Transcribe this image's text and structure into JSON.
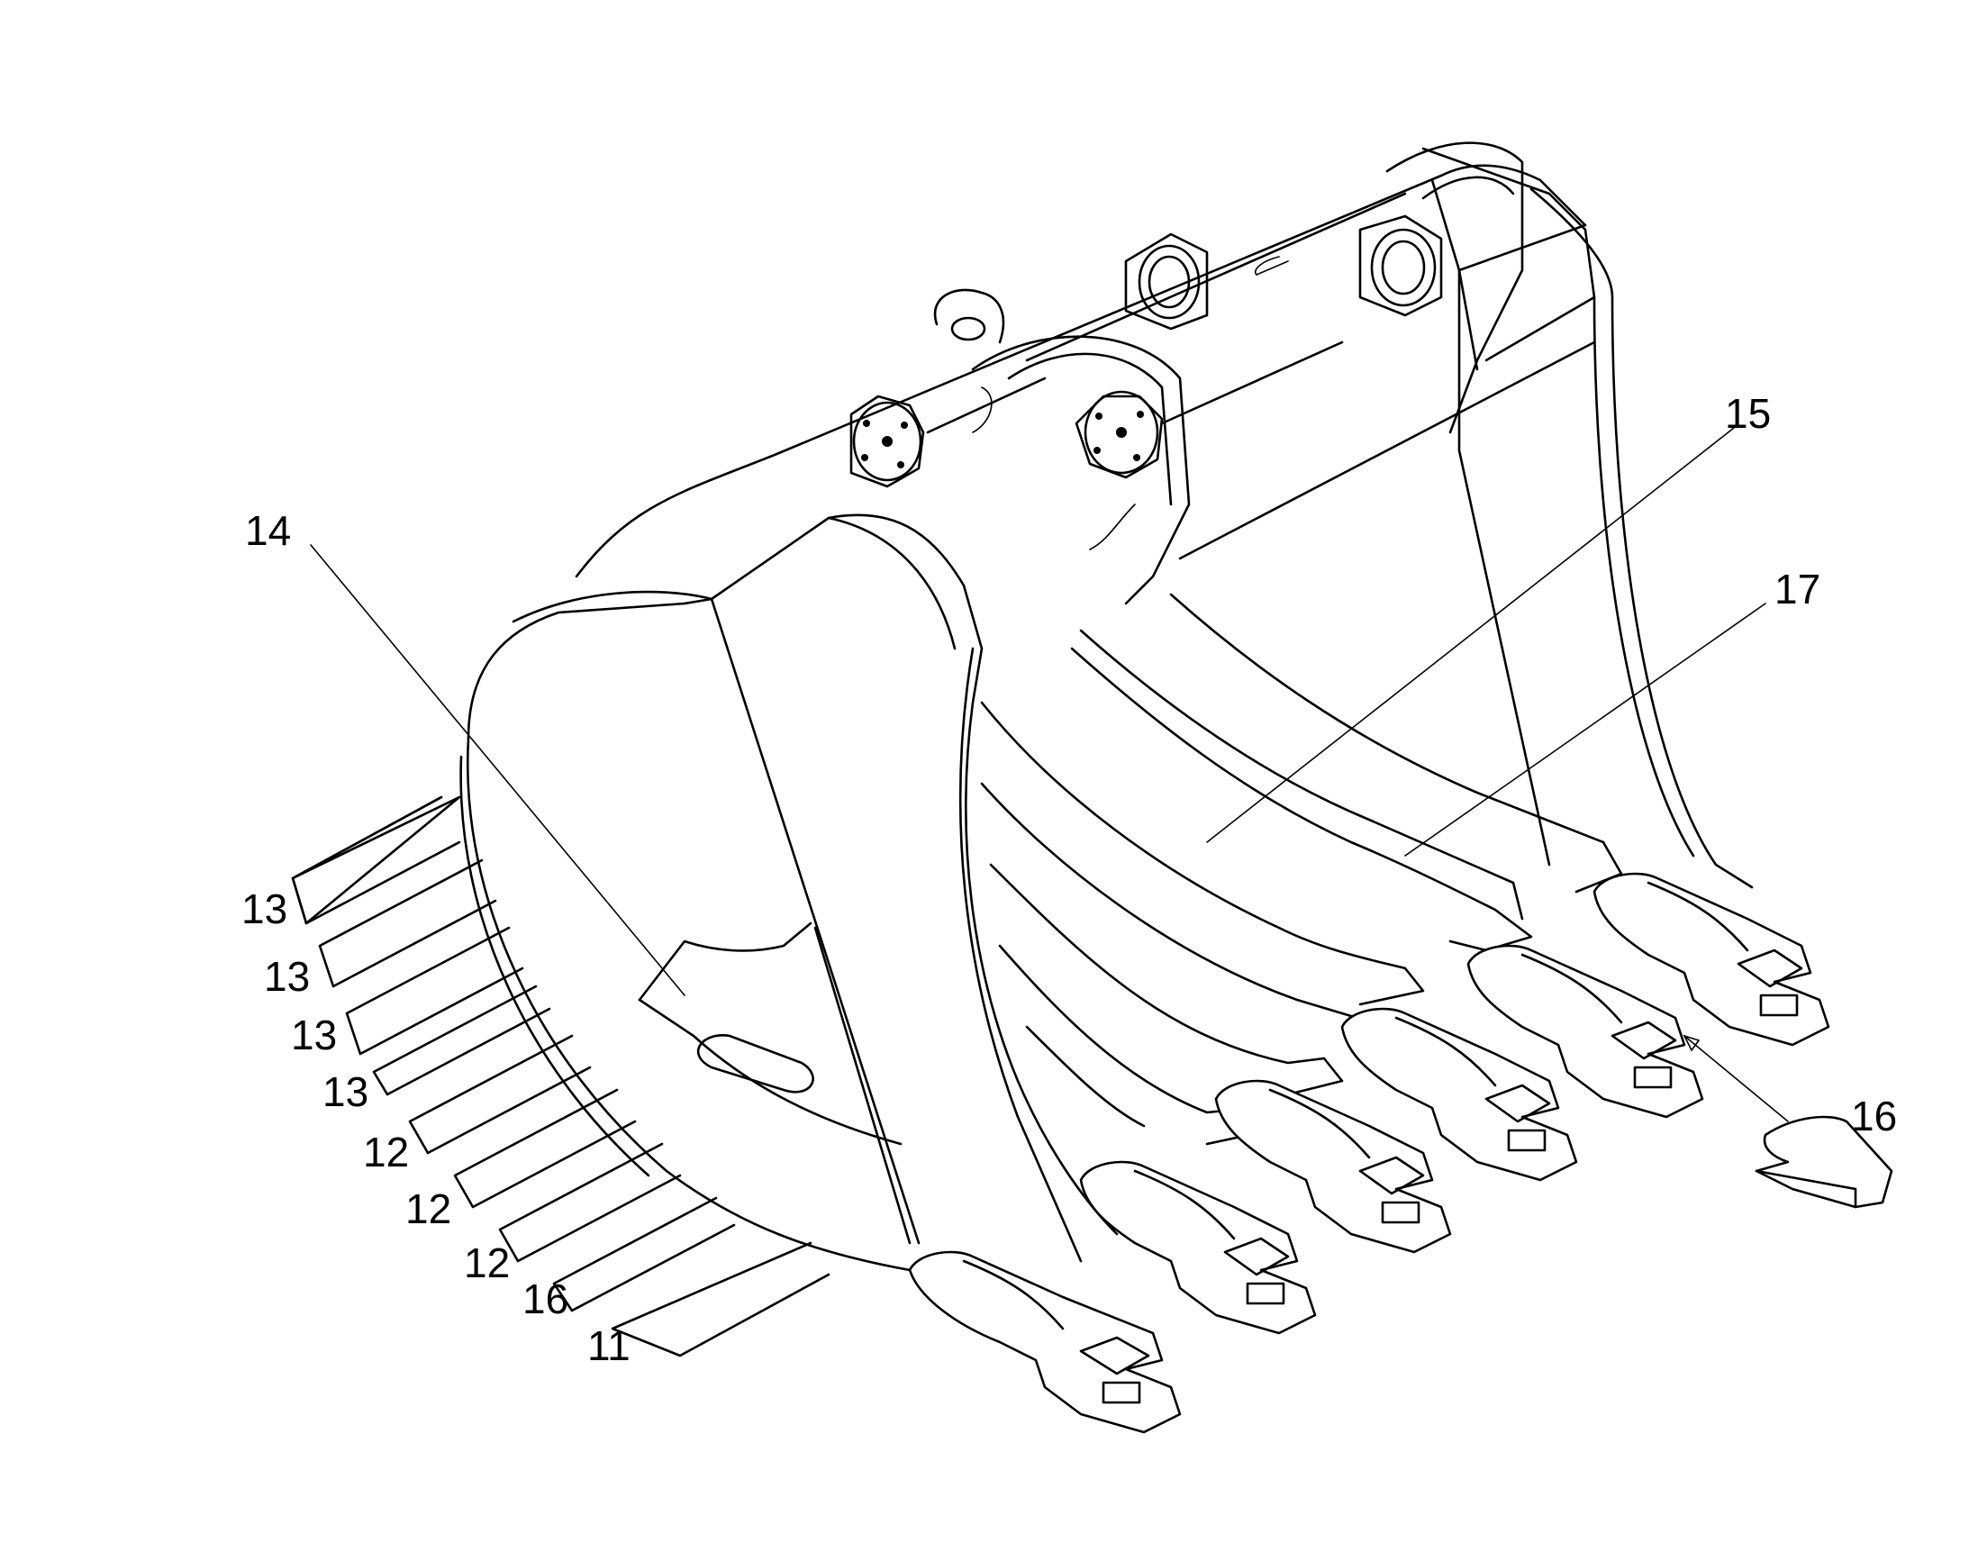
{
  "labels": {
    "l14": "14",
    "l15": "15",
    "l17": "17",
    "l16_right": "16",
    "l13_a": "13",
    "l13_b": "13",
    "l13_c": "13",
    "l13_d": "13",
    "l12_a": "12",
    "l12_b": "12",
    "l12_c": "12",
    "l16_left": "16",
    "l11": "11"
  }
}
